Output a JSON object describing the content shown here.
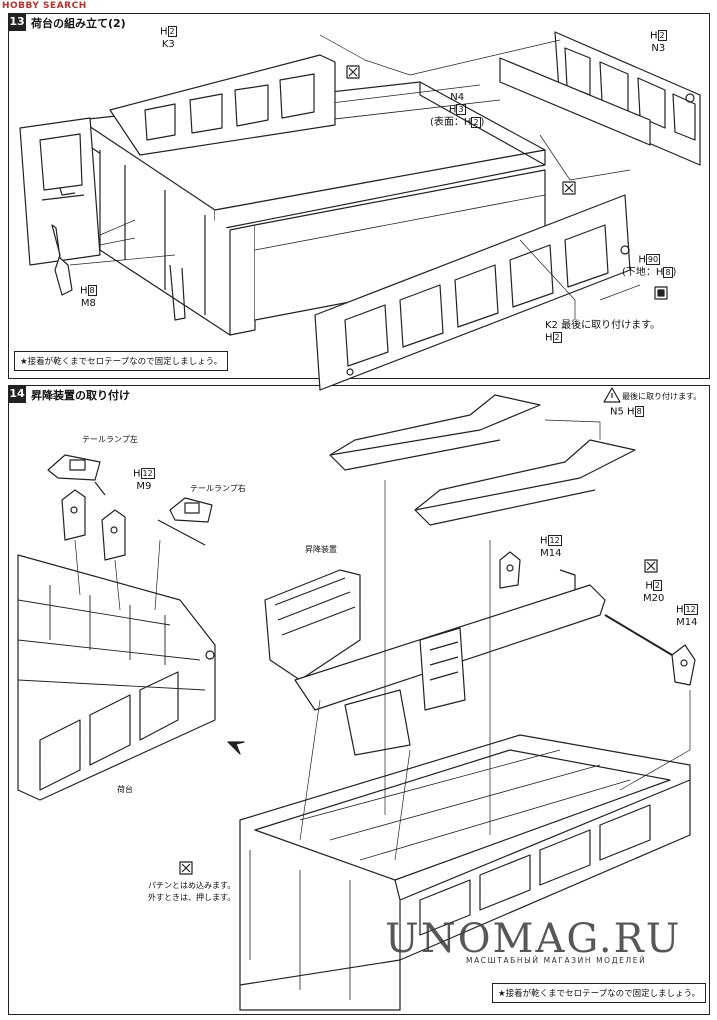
{
  "site_logo": "HOBBY SEARCH",
  "step13": {
    "number": "13",
    "title": "荷台の組み立て(2)",
    "part_k3": {
      "h": "H",
      "h_num": "2",
      "code": "K3"
    },
    "part_n3": {
      "h": "H",
      "h_num": "2",
      "code": "N3"
    },
    "part_n4": {
      "code": "N4",
      "h": "H",
      "h_num": "3",
      "note_prefix": "(表面：",
      "note_h": "H",
      "note_num": "2",
      "note_suffix": ")"
    },
    "part_m8": {
      "h": "H",
      "h_num": "8",
      "code": "M8"
    },
    "part_h90": {
      "h": "H",
      "h_num": "90",
      "note_prefix": "(下地：",
      "note_h": "H",
      "note_num": "8",
      "note_suffix": ")"
    },
    "part_k2": {
      "code": "K2",
      "note": "最後に取り付けます。",
      "h": "H",
      "h_num": "2"
    },
    "tape_note": "★接着が乾くまでセロテープなので固定しましょう。"
  },
  "step14": {
    "number": "14",
    "title": "昇降装置の取り付け",
    "warning_note": "最後に取り付けます。",
    "part_n5": {
      "code": "N5",
      "h": "H",
      "h_num": "8"
    },
    "tail_lamp_left": "テールランプ左",
    "tail_lamp_right": "テールランプ右",
    "part_m9": {
      "h": "H",
      "h_num": "12",
      "code": "M9"
    },
    "lift_device": "昇降装置",
    "part_m14a": {
      "h": "H",
      "h_num": "12",
      "code": "M14"
    },
    "part_m20": {
      "h": "H",
      "h_num": "2",
      "code": "M20"
    },
    "part_m14b": {
      "h": "H",
      "h_num": "12",
      "code": "M14"
    },
    "cargo_bed": "荷台",
    "snap_note_line1": "パチンとはめ込みます。",
    "snap_note_line2": "外すときは、押します。",
    "tape_note": "★接着が乾くまでセロテープなので固定しましょう。"
  },
  "watermark": {
    "main": "UNOMAG.RU",
    "sub": "МАСШТАБНЫЙ МАГАЗИН МОДЕЛЕЙ"
  }
}
